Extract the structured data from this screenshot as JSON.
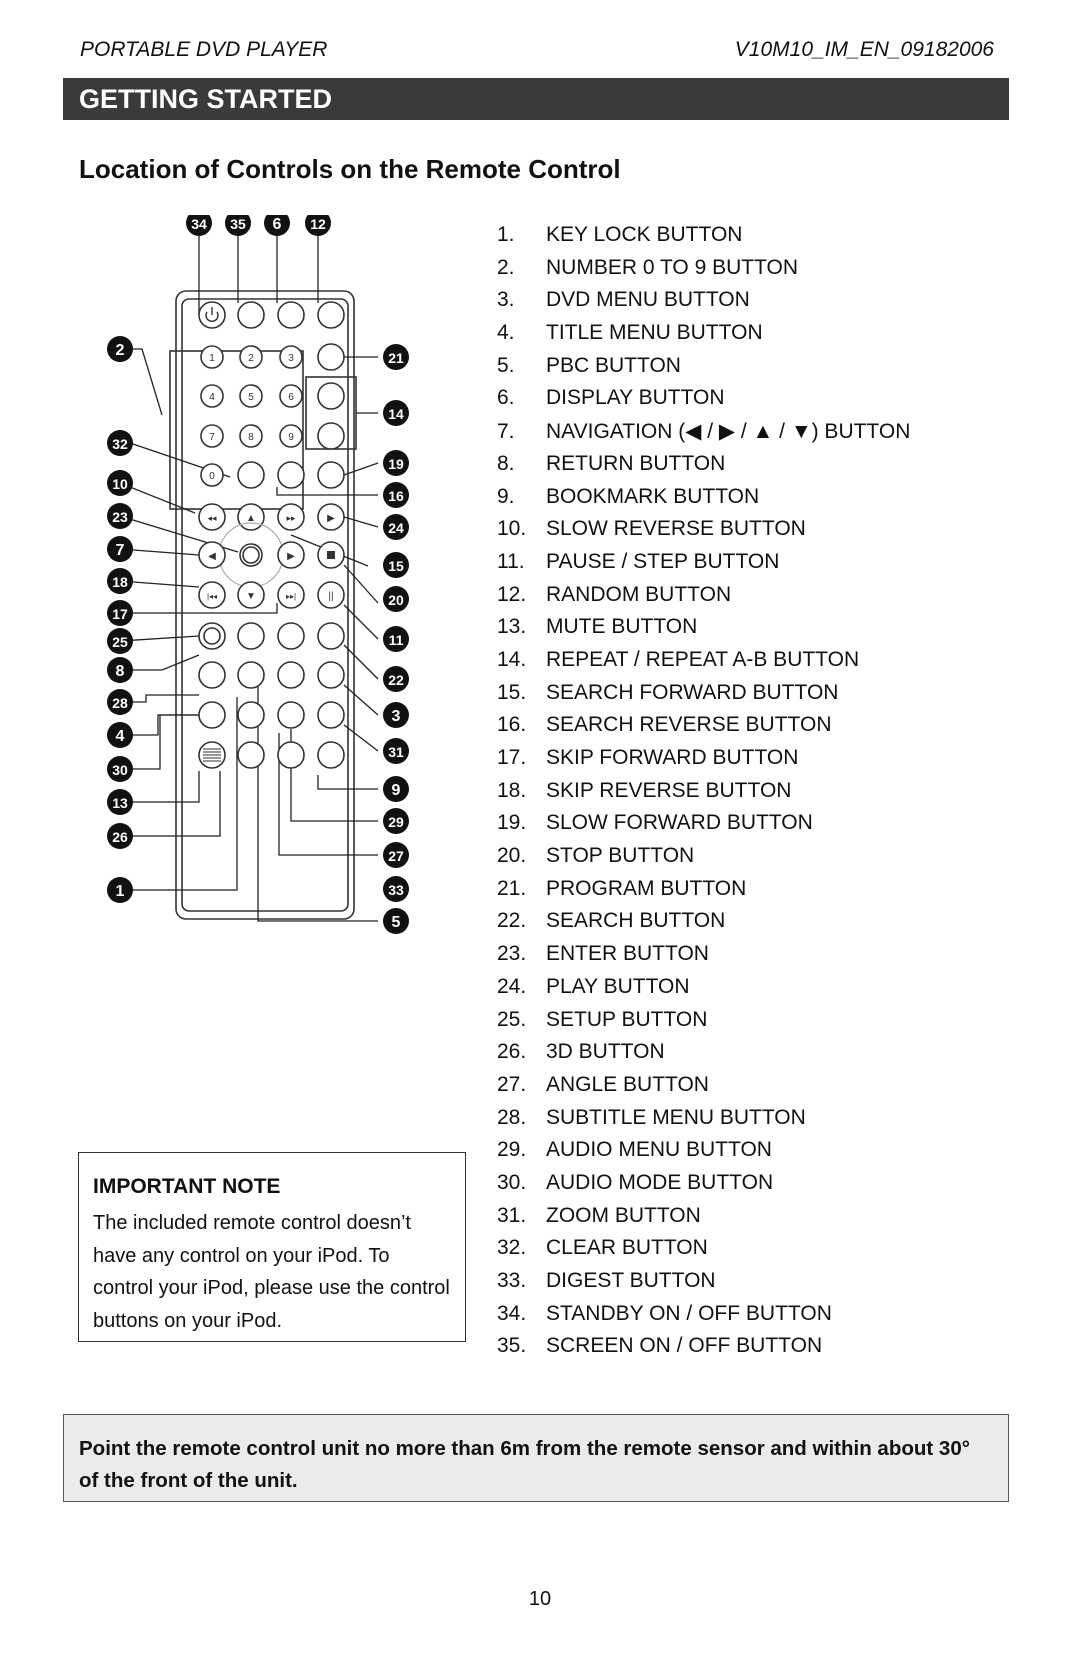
{
  "header": {
    "left": "PORTABLE DVD PLAYER",
    "right": "V10M10_IM_EN_09182006"
  },
  "section_title": "GETTING STARTED",
  "page_heading": "Location of Controls on the Remote Control",
  "controls": [
    {
      "num": "1.",
      "label": "KEY LOCK BUTTON"
    },
    {
      "num": "2.",
      "label": "NUMBER 0 TO 9 BUTTON"
    },
    {
      "num": "3.",
      "label": "DVD MENU BUTTON"
    },
    {
      "num": "4.",
      "label": "TITLE MENU BUTTON"
    },
    {
      "num": "5.",
      "label": "PBC BUTTON"
    },
    {
      "num": "6.",
      "label": "DISPLAY BUTTON"
    },
    {
      "num": "7.",
      "label": "NAVIGATION (◀ / ▶ / ▲ / ▼) BUTTON"
    },
    {
      "num": "8.",
      "label": "RETURN BUTTON"
    },
    {
      "num": "9.",
      "label": "BOOKMARK BUTTON"
    },
    {
      "num": "10.",
      "label": "SLOW REVERSE BUTTON"
    },
    {
      "num": "11.",
      "label": "PAUSE / STEP BUTTON"
    },
    {
      "num": "12.",
      "label": "RANDOM BUTTON"
    },
    {
      "num": "13.",
      "label": "MUTE BUTTON"
    },
    {
      "num": "14.",
      "label": "REPEAT / REPEAT A-B BUTTON"
    },
    {
      "num": "15.",
      "label": "SEARCH FORWARD BUTTON"
    },
    {
      "num": "16.",
      "label": "SEARCH REVERSE BUTTON"
    },
    {
      "num": "17.",
      "label": "SKIP FORWARD BUTTON"
    },
    {
      "num": "18.",
      "label": "SKIP REVERSE BUTTON"
    },
    {
      "num": "19.",
      "label": "SLOW FORWARD BUTTON"
    },
    {
      "num": "20.",
      "label": "STOP BUTTON"
    },
    {
      "num": "21.",
      "label": "PROGRAM BUTTON"
    },
    {
      "num": "22.",
      "label": "SEARCH BUTTON"
    },
    {
      "num": "23.",
      "label": "ENTER BUTTON"
    },
    {
      "num": "24.",
      "label": "PLAY BUTTON"
    },
    {
      "num": "25.",
      "label": "SETUP BUTTON"
    },
    {
      "num": "26.",
      "label": "3D BUTTON"
    },
    {
      "num": "27.",
      "label": "ANGLE BUTTON"
    },
    {
      "num": "28.",
      "label": "SUBTITLE MENU BUTTON"
    },
    {
      "num": "29.",
      "label": "AUDIO MENU BUTTON"
    },
    {
      "num": "30.",
      "label": "AUDIO MODE BUTTON"
    },
    {
      "num": "31.",
      "label": "ZOOM BUTTON"
    },
    {
      "num": "32.",
      "label": "CLEAR BUTTON"
    },
    {
      "num": "33.",
      "label": "DIGEST BUTTON"
    },
    {
      "num": "34.",
      "label": "STANDBY ON / OFF BUTTON"
    },
    {
      "num": "35.",
      "label": "SCREEN ON / OFF BUTTON"
    }
  ],
  "important_note": {
    "title": "IMPORTANT NOTE",
    "text": "The included remote control doesn’t have any control on your iPod. To control your iPod, please use the control buttons on your iPod."
  },
  "tip": "Point the remote control unit no more than 6m from the remote sensor and within about 30° of the front of the unit.",
  "page_number": "10",
  "remote_diagram": {
    "keypad_digits": [
      "1",
      "2",
      "3",
      "4",
      "5",
      "6",
      "7",
      "8",
      "9",
      "0"
    ],
    "callouts": [
      "34",
      "35",
      "6",
      "12",
      "2",
      "21",
      "14",
      "32",
      "19",
      "16",
      "10",
      "23",
      "24",
      "7",
      "15",
      "18",
      "20",
      "17",
      "11",
      "25",
      "22",
      "8",
      "3",
      "28",
      "31",
      "4",
      "9",
      "30",
      "29",
      "13",
      "27",
      "26",
      "33",
      "1",
      "5"
    ]
  },
  "colors": {
    "section_bar": "#3a3a3a",
    "tip_background": "#ebebeb"
  }
}
